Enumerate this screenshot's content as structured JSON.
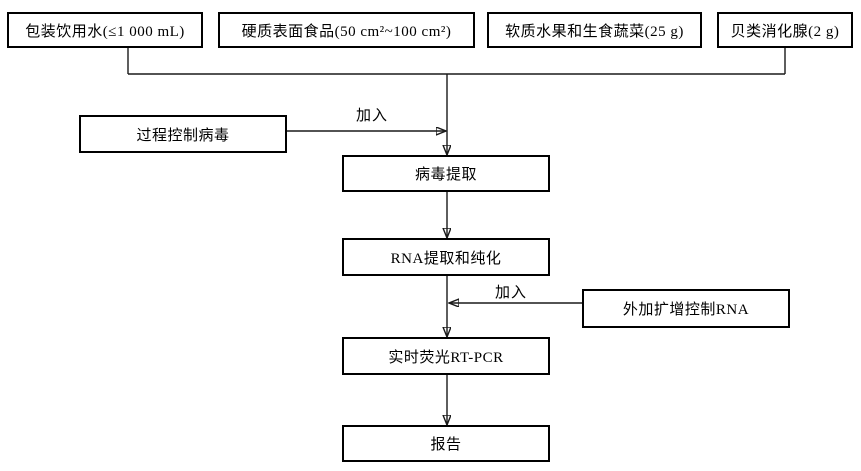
{
  "diagram": {
    "type": "flowchart",
    "colors": {
      "background": "#ffffff",
      "box_border": "#000000",
      "line": "#1a1a1a",
      "text": "#000000"
    },
    "sample_inputs": [
      "包装饮用水(≤1 000 mL)",
      "硬质表面食品(50 cm²~100 cm²)",
      "软质水果和生食蔬菜(25 g)",
      "贝类消化腺(2 g)"
    ],
    "side_inputs": {
      "process_control": {
        "label": "过程控制病毒",
        "action": "加入"
      },
      "amplification_control": {
        "label": "外加扩增控制RNA",
        "action": "加入"
      }
    },
    "steps": [
      "病毒提取",
      "RNA提取和纯化",
      "实时荧光RT-PCR",
      "报告"
    ]
  }
}
